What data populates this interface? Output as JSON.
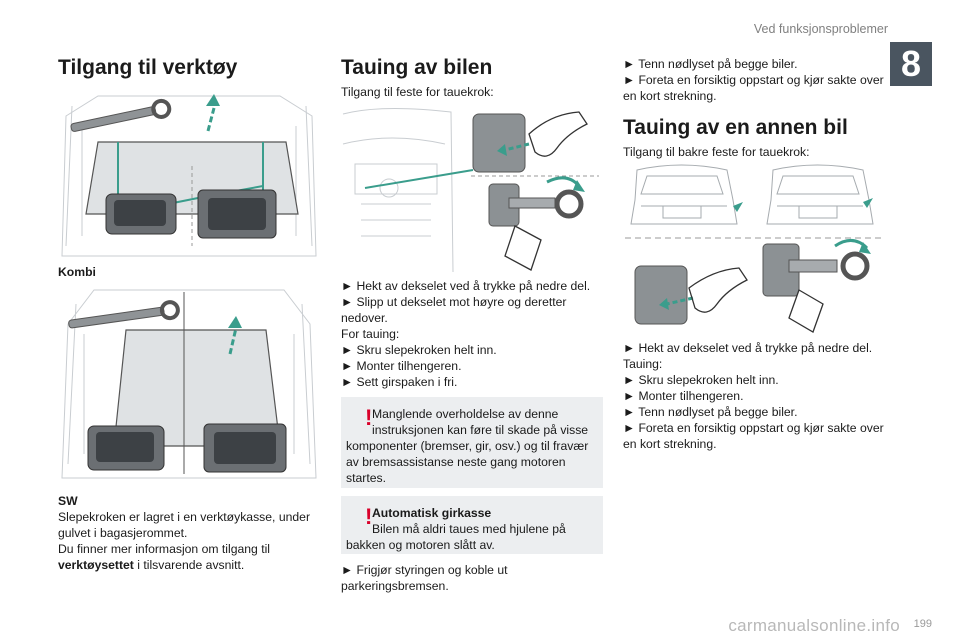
{
  "header": {
    "section": "Ved funksjonsproblemer",
    "chapter": "8"
  },
  "col1": {
    "title": "Tilgang til verktøy",
    "caption_kombi": "Kombi",
    "caption_sw": "SW",
    "lines": [
      "Slepekroken er lagret i en verktøykasse, under",
      "gulvet i bagasjerommet.",
      "Du finner mer informasjon om tilgang til"
    ],
    "last_bold": "verktøysettet",
    "last_rest": " i tilsvarende avsnitt."
  },
  "col2": {
    "title": "Tauing av bilen",
    "intro": "Tilgang til feste for tauekrok:",
    "steps": [
      "►  Hekt av dekselet ved å trykke på nedre del.",
      "►  Slipp ut dekselet mot høyre og deretter",
      "nedover.",
      "For tauing:",
      "►  Skru slepekroken helt inn.",
      "►  Monter tilhengeren.",
      "►  Sett girspaken i fri."
    ],
    "warning1": [
      "Manglende overholdelse av denne",
      "instruksjonen kan føre til skade på visse",
      "komponenter (bremser, gir, osv.) og til fravær",
      "av bremsassistanse neste gang motoren",
      "startes."
    ],
    "warning2_title": "Automatisk girkasse",
    "warning2": [
      "Bilen må aldri taues med hjulene på",
      "bakken og motoren slått av."
    ],
    "final": [
      "►  Frigjør styringen og koble ut",
      "parkeringsbremsen."
    ]
  },
  "col3": {
    "top": [
      "►  Tenn nødlyset på begge biler.",
      "►  Foreta en forsiktig oppstart og kjør sakte over",
      "en kort strekning."
    ],
    "title": "Tauing av en annen bil",
    "intro": "Tilgang til bakre feste for tauekrok:",
    "steps": [
      "►  Hekt av dekselet ved å trykke på nedre del.",
      "Tauing:",
      "►  Skru slepekroken helt inn.",
      "►  Monter tilhengeren.",
      "►  Tenn nødlyset på begge biler.",
      "►  Foreta en forsiktig oppstart og kjør sakte over",
      "en kort strekning."
    ]
  },
  "footer": {
    "page_number": "199",
    "watermark": "carmanualsonline.info"
  },
  "colors": {
    "accent_green": "#3a9d8c",
    "warning_red": "#d9002a",
    "chapter_bg": "#4a5560",
    "warning_bg": "#eceef0"
  }
}
